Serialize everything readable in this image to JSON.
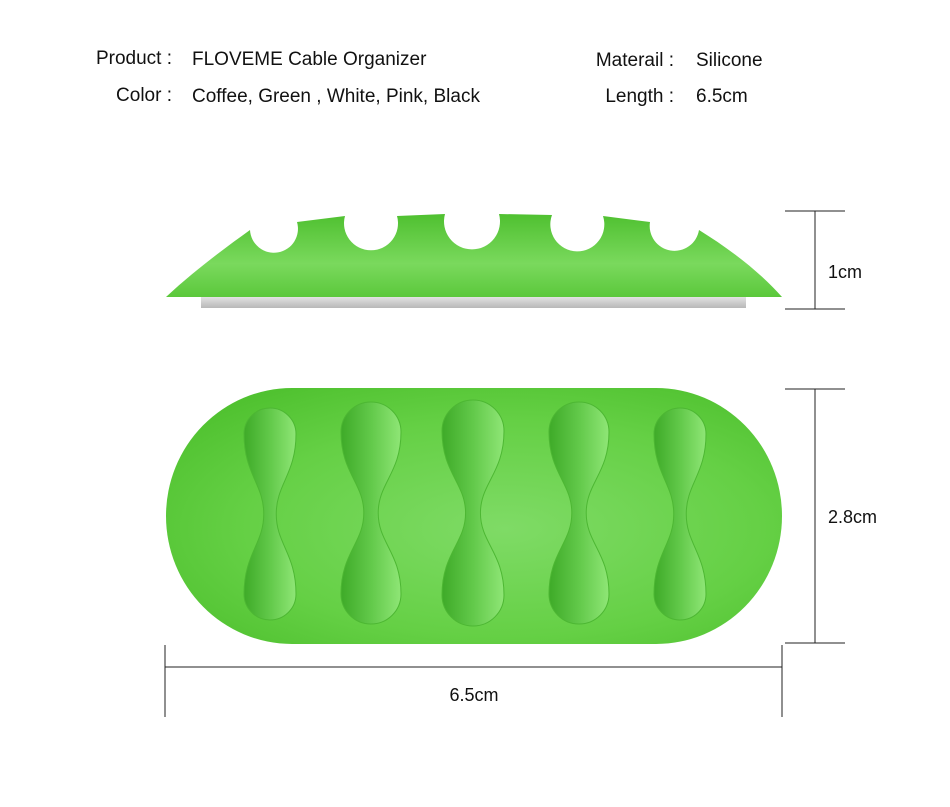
{
  "specs": {
    "product_label": "Product :",
    "product_value": "FLOVEME Cable Organizer",
    "color_label": "Color :",
    "color_value": "Coffee, Green , White, Pink, Black",
    "material_label": "Materail :",
    "material_value": "Silicone",
    "length_label": "Length :",
    "length_value": "6.5cm"
  },
  "dimensions": {
    "height": "1cm",
    "depth": "2.8cm",
    "width": "6.5cm"
  },
  "colors": {
    "product_green": "#5ccb3c",
    "product_light": "#86e06b",
    "product_dark": "#3fae2a",
    "base_gray": "#c8c8c8",
    "line": "#222222"
  }
}
